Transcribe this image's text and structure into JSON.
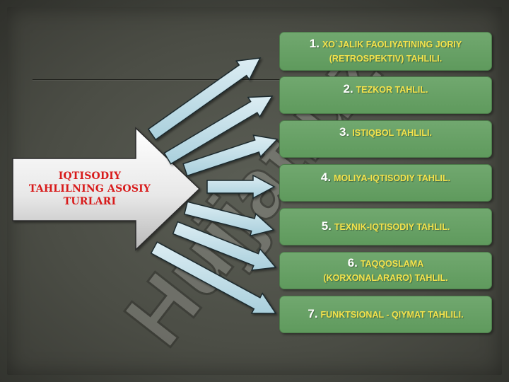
{
  "main": {
    "label_line1": "IQTISODIY",
    "label_line2": "TAHLILNING ASOSIY",
    "label_line3": "TURLARI"
  },
  "items": [
    {
      "num": "1.",
      "line1": "XO`JALIK FAOLIYATINING JORIY",
      "line2": "(RETROSPEKTIV) TAHLILI."
    },
    {
      "num": "2.",
      "line1": "TEZKOR TAHLIL.",
      "line2": ""
    },
    {
      "num": "3.",
      "line1": "ISTIQBOL TAHLILI.",
      "line2": ""
    },
    {
      "num": "4.",
      "line1": "MOLIYA-IQTISODIY TAHLIL.",
      "line2": ""
    },
    {
      "num": "5.",
      "line1": "TEXNIK-IQTISODIY TAHLIL.",
      "line2": ""
    },
    {
      "num": "6.",
      "line1": "TAQQOSLAMA",
      "line2": "(KORXONALARARO) TAHLIL."
    },
    {
      "num": "7.",
      "line1": "FUNKTSIONAL - QIYMAT TAHLILI.",
      "line2": ""
    }
  ],
  "watermark": {
    "text": "Hujjat.uz"
  },
  "colors": {
    "box_fill": "#66a064",
    "box_text": "#f4e34c",
    "number_text": "#ffffff",
    "main_label": "#d81a1a",
    "arrow_fill": "#bcdbe6",
    "arrow_stroke": "#1c2a2e"
  }
}
